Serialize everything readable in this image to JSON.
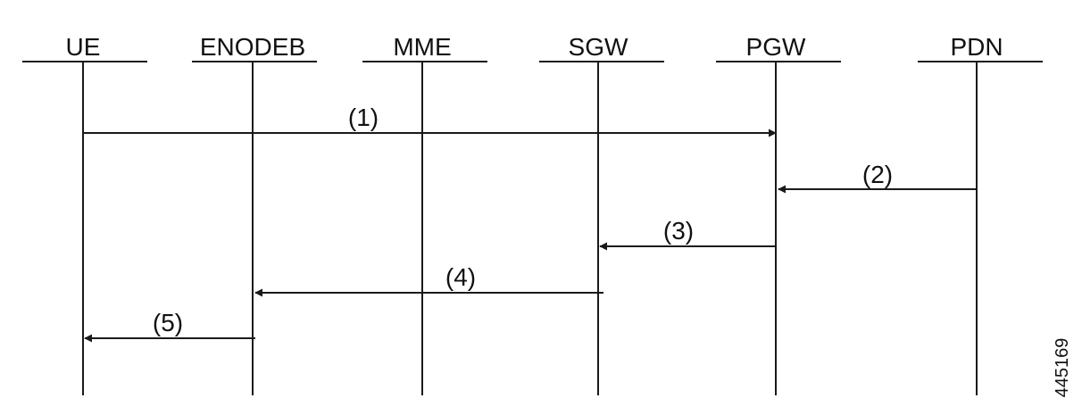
{
  "entities": [
    {
      "id": "ue",
      "label": "UE"
    },
    {
      "id": "enodeb",
      "label": "ENODEB"
    },
    {
      "id": "mme",
      "label": "MME"
    },
    {
      "id": "sgw",
      "label": "SGW"
    },
    {
      "id": "pgw",
      "label": "PGW"
    },
    {
      "id": "pdn",
      "label": "PDN"
    }
  ],
  "messages": [
    {
      "label": "(1)",
      "from": "ue",
      "to": "pgw"
    },
    {
      "label": "(2)",
      "from": "pdn",
      "to": "pgw"
    },
    {
      "label": "(3)",
      "from": "pgw",
      "to": "sgw"
    },
    {
      "label": "(4)",
      "from": "sgw",
      "to": "enodeb"
    },
    {
      "label": "(5)",
      "from": "enodeb",
      "to": "ue"
    }
  ],
  "figure_id": "445169",
  "colors": {
    "line": "#1a1a1a",
    "text": "#111111",
    "background": "#ffffff"
  }
}
